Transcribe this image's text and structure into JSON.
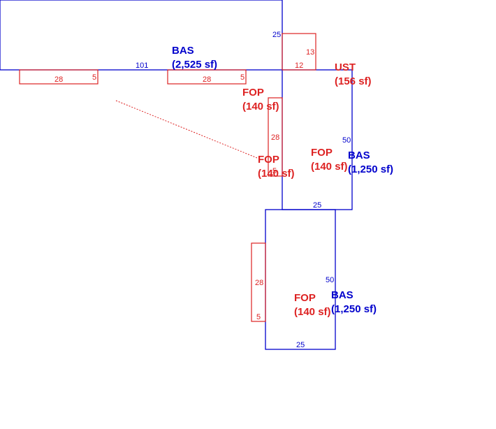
{
  "colors": {
    "living": "#0000cc",
    "porch": "#dd2222"
  },
  "areas": [
    {
      "code": "BAS",
      "area": "(2,525 sf)",
      "color": "living"
    },
    {
      "code": "UST",
      "area": "(156 sf)",
      "color": "porch"
    },
    {
      "code": "FOP",
      "area": "(140 sf)",
      "color": "porch"
    },
    {
      "code": "FOP",
      "area": "(140 sf)",
      "color": "porch"
    },
    {
      "code": "FOP",
      "area": "(140 sf)",
      "color": "porch"
    },
    {
      "code": "BAS",
      "area": "(1,250 sf)",
      "color": "living"
    },
    {
      "code": "FOP",
      "area": "(140 sf)",
      "color": "porch"
    },
    {
      "code": "BAS",
      "area": "(1,250 sf)",
      "color": "living"
    }
  ],
  "dimensions": [
    {
      "value": "101",
      "color": "living"
    },
    {
      "value": "25",
      "color": "living"
    },
    {
      "value": "28",
      "color": "porch"
    },
    {
      "value": "5",
      "color": "porch"
    },
    {
      "value": "28",
      "color": "porch"
    },
    {
      "value": "5",
      "color": "porch"
    },
    {
      "value": "13",
      "color": "porch"
    },
    {
      "value": "12",
      "color": "porch"
    },
    {
      "value": "28",
      "color": "porch"
    },
    {
      "value": "5",
      "color": "porch"
    },
    {
      "value": "50",
      "color": "living"
    },
    {
      "value": "25",
      "color": "living"
    },
    {
      "value": "28",
      "color": "porch"
    },
    {
      "value": "5",
      "color": "porch"
    },
    {
      "value": "50",
      "color": "living"
    },
    {
      "value": "25",
      "color": "living"
    }
  ]
}
